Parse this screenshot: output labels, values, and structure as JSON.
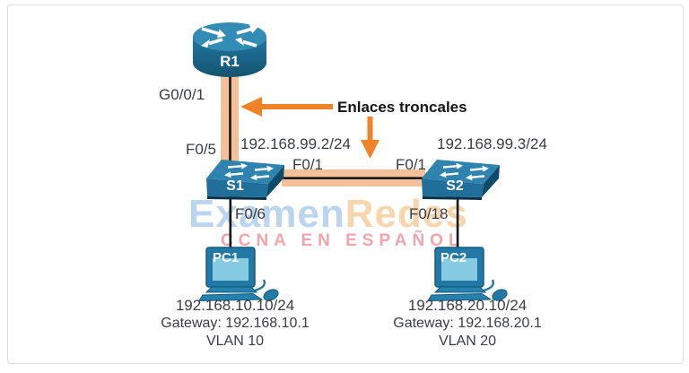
{
  "watermark": {
    "brand_part1": "Examen",
    "brand_part2": "Redes",
    "tagline": "CCNA EN ESPAÑOL"
  },
  "diagram": {
    "annotation": {
      "trunk_label": "Enlaces troncales"
    },
    "router": {
      "name": "R1",
      "interface": "G0/0/1"
    },
    "switch1": {
      "name": "S1",
      "ip": "192.168.99.2/24",
      "uplink_port": "F0/5",
      "trunk_port": "F0/1",
      "access_port": "F0/6"
    },
    "switch2": {
      "name": "S2",
      "ip": "192.168.99.3/24",
      "trunk_port": "F0/1",
      "access_port": "F0/18"
    },
    "pc1": {
      "name": "PC1",
      "ip": "192.168.10.10/24",
      "gateway": "Gateway: 192.168.10.1",
      "vlan": "VLAN 10"
    },
    "pc2": {
      "name": "PC2",
      "ip": "192.168.20.10/24",
      "gateway": "Gateway: 192.168.20.1",
      "vlan": "VLAN 20"
    },
    "colors": {
      "device_blue_top": "#2e84ae",
      "device_blue_front": "#1f6f9a",
      "device_blue_dark": "#0f4a68",
      "pc_screen_blue": "#87cbe2",
      "trunk_band_orange": "#f3c09a",
      "arrow_orange": "#f08227",
      "cable_black": "#161616",
      "label_text": "#3a3d41",
      "watermark_blue": "#afceec",
      "watermark_orange": "#f7cf9f",
      "watermark_pink": "#ee959e"
    }
  }
}
